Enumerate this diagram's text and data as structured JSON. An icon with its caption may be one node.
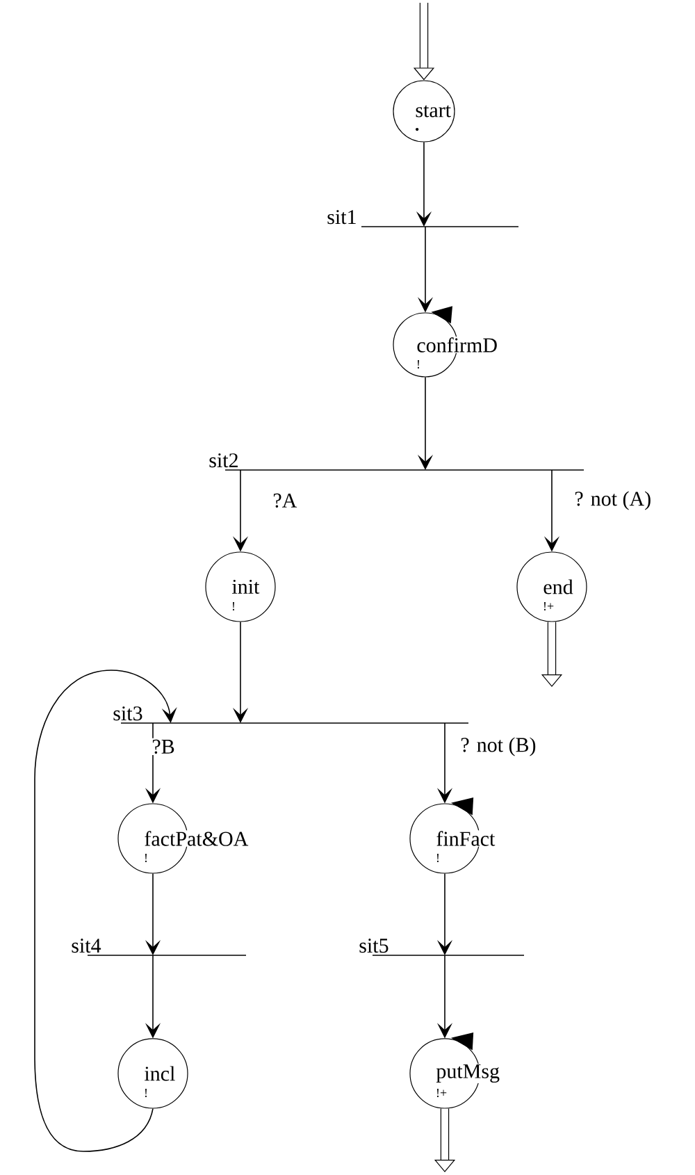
{
  "diagram": {
    "nodes": [
      {
        "text": [
          "start",
          "•"
        ]
      },
      {
        "text": [
          "sit1"
        ]
      },
      {
        "text": [
          "confirmD",
          "!"
        ]
      },
      {
        "text": [
          "sit2"
        ]
      },
      {
        "text": [
          "init",
          "!"
        ]
      },
      {
        "text": [
          "end",
          "!+"
        ]
      },
      {
        "text": [
          "sit3"
        ]
      },
      {
        "text": [
          "factPat&OA",
          "!"
        ]
      },
      {
        "text": [
          "finFact",
          "!"
        ]
      },
      {
        "text": [
          "sit4"
        ]
      },
      {
        "text": [
          "sit5"
        ]
      },
      {
        "text": [
          "incl",
          "!"
        ]
      },
      {
        "text": [
          "putMsg",
          "!+"
        ]
      }
    ],
    "edges": [
      {
        "from": null,
        "to": 0,
        "arrow": "to",
        "style": "thick"
      },
      {
        "from": 0,
        "to": 1,
        "arrow": "to"
      },
      {
        "from": 1,
        "to": 2,
        "arrow": "to"
      },
      {
        "from": 2,
        "to": 3,
        "arrow": "to"
      },
      {
        "from": 3,
        "to": 4,
        "arrow": "to",
        "label": "?A"
      },
      {
        "from": 3,
        "to": 5,
        "arrow": "to",
        "label": "? not (A)"
      },
      {
        "from": 5,
        "to": null,
        "arrow": "to",
        "style": "thick"
      },
      {
        "from": 4,
        "to": 6,
        "arrow": "to"
      },
      {
        "from": 11,
        "to": 6,
        "arrow": "to"
      },
      {
        "from": 6,
        "to": 7,
        "arrow": "to",
        "label": "?B"
      },
      {
        "from": 6,
        "to": 8,
        "arrow": "to",
        "label": "? not (B)"
      },
      {
        "from": 7,
        "to": 9,
        "arrow": "to"
      },
      {
        "from": 8,
        "to": 10,
        "arrow": "to"
      },
      {
        "from": 9,
        "to": 11,
        "arrow": "to"
      },
      {
        "from": 10,
        "to": 12,
        "arrow": "to"
      },
      {
        "from": 12,
        "to": null,
        "arrow": "to",
        "style": "thick"
      }
    ]
  }
}
